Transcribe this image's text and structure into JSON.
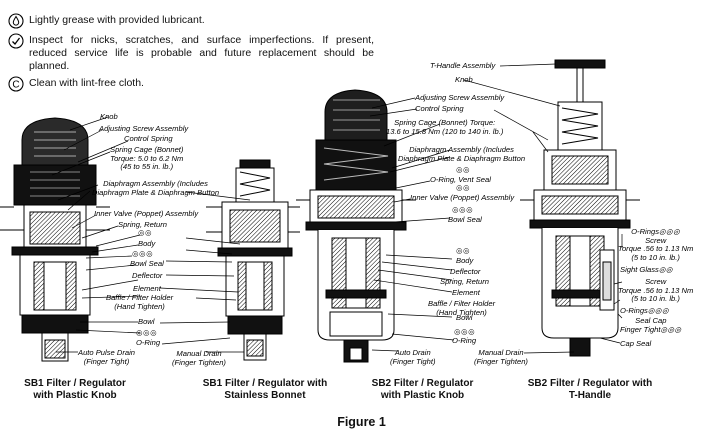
{
  "legend": {
    "grease": "Lightly grease with provided lubricant.",
    "inspect": "Inspect for nicks, scratches, and surface imperfections. If present, reduced service life is probable and future replacement should be planned.",
    "clean": "Clean with lint-free cloth."
  },
  "sb1_plastic": {
    "knob": "Knob",
    "adjusting_screw": "Adjusting Screw Assembly",
    "control_spring": "Control Spring",
    "spring_cage_1": "Spring Cage (Bonnet)",
    "spring_cage_2": "Torque: 5.0 to 6.2 Nm",
    "spring_cage_3": "(45 to 55 in. lb.)",
    "diaphragm_1": "Diaphragm Assembly (Includes",
    "diaphragm_2": "Diaphragm Plate & Diaphragm Button",
    "inner_valve": "Inner Valve (Poppet) Assembly",
    "spring_return": "Spring, Return",
    "sym_body": "◎◎",
    "body": "Body",
    "sym_bowl_seal": "◎◎◎",
    "bowl_seal": "Bowl Seal",
    "deflector": "Deflector",
    "element": "Element",
    "baffle_1": "Baffle / Filter Holder",
    "baffle_2": "(Hand Tighten)",
    "bowl": "Bowl",
    "sym_o_ring": "◎◎◎",
    "o_ring": "O-Ring",
    "drain_1": "Auto  Pulse Drain",
    "drain_2": "(Finger Tight)"
  },
  "sb1_stainless": {
    "drain_1": "Manual Drain",
    "drain_2": "(Finger Tighten)"
  },
  "sb2": {
    "adjusting_screw": "Adjusting Screw Assembly",
    "control_spring": "Control Spring",
    "spring_cage_1": "Spring Cage (Bonnet) Torque:",
    "spring_cage_2": "13.6 to 15.8 Nm (120 to 140 in. lb.)",
    "diaphragm_1": "Diaphragm Assembly (Includes",
    "diaphragm_2": "Diaphragm Plate & Diaphragm Button",
    "sym_vent_seal": "◎◎",
    "vent_seal": "O-Ring, Vent Seal",
    "sym_inner_valve": "◎◎",
    "inner_valve": "Inner Valve (Poppet) Assembly",
    "sym_bowl_seal": "◎◎◎",
    "bowl_seal": "Bowl Seal",
    "sym_body": "◎◎",
    "body": "Body",
    "deflector": "Deflector",
    "spring_return": "Spring, Return",
    "element": "Element",
    "baffle_1": "Baffle / Filter Holder",
    "baffle_2": "(Hand Tighten)",
    "bowl": "Bowl",
    "sym_o_ring": "◎◎◎",
    "o_ring": "O-Ring",
    "drain_1": "Auto Drain",
    "drain_2": "(Finger Tight)"
  },
  "sb2_t": {
    "t_handle_assembly": "T-Handle Assembly",
    "knob": "Knob",
    "o_rings_1": "O-Rings",
    "sym_o_rings_1": "◎◎◎",
    "screw_1": "Screw",
    "torque_1": "Torque .56 to 1.13 Nm",
    "torque_1b": "(5 to 10 in. lb.)",
    "sight_glass": "Sight Glass",
    "sym_sight_glass": "◎◎",
    "screw_2": "Screw",
    "torque_2": "Torque .56 to 1.13 Nm",
    "torque_2b": "(5 to 10 in. lb.)",
    "o_rings_2": "O-Rings",
    "sym_o_rings_2": "◎◎◎",
    "seal_cap_1": "Seal  Cap",
    "seal_cap_2": "Finger Tight",
    "sym_seal_cap": "◎◎◎",
    "cap_seal": "Cap Seal",
    "drain_1": "Manual Drain",
    "drain_2": "(Finger Tighten)"
  },
  "captions": {
    "sb1_plastic_1": "SB1 Filter /  Regulator",
    "sb1_plastic_2": "with Plastic Knob",
    "sb1_stainless_1": "SB1 Filter /  Regulator with",
    "sb1_stainless_2": "Stainless Bonnet",
    "sb2_plastic_1": "SB2 Filter /  Regulator",
    "sb2_plastic_2": "with Plastic Knob",
    "sb2_t_1": "SB2 Filter /  Regulator with",
    "sb2_t_2": "T-Handle"
  },
  "figure_title": "Figure 1"
}
